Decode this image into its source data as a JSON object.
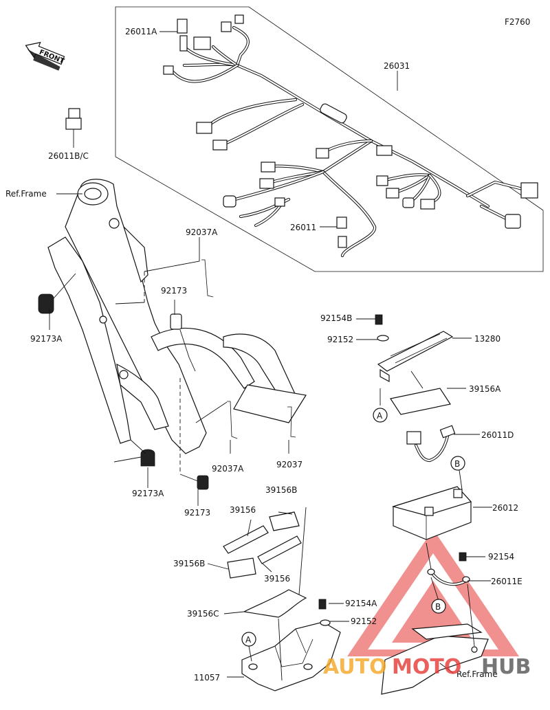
{
  "diagram": {
    "code": "F2760",
    "front_label": "FRONT",
    "ref_frame_top": "Ref.Frame",
    "ref_frame_bottom": "Ref.Frame",
    "callouts": {
      "p26011A": "26011A",
      "p26031": "26031",
      "p26011BC": "26011B/C",
      "p26011": "26011",
      "p92037A_top": "92037A",
      "p92173_top": "92173",
      "p92173A_left": "92173A",
      "p92037A_mid": "92037A",
      "p92037": "92037",
      "p92173A_low": "92173A",
      "p92173_low": "92173",
      "p92154B": "92154B",
      "p92152_top": "92152",
      "p13280": "13280",
      "p39156A": "39156A",
      "p26011D": "26011D",
      "p26012": "26012",
      "p92154": "92154",
      "p26011E": "26011E",
      "p39156B_top": "39156B",
      "p39156_top": "39156",
      "p39156B_low": "39156B",
      "p39156_low": "39156",
      "p39156C": "39156C",
      "p92154A": "92154A",
      "p92152_low": "92152",
      "p11057": "11057"
    },
    "markers": {
      "a_top": "A",
      "a_low": "A",
      "b_top": "B",
      "b_low": "B"
    },
    "watermark": {
      "auto": "AUTO",
      "moto": "MOTO",
      "hub": "HUB",
      "colors": {
        "triangle": "#e53935",
        "auto": "#f5a623",
        "moto": "#e53935",
        "hub": "#555555"
      }
    }
  }
}
